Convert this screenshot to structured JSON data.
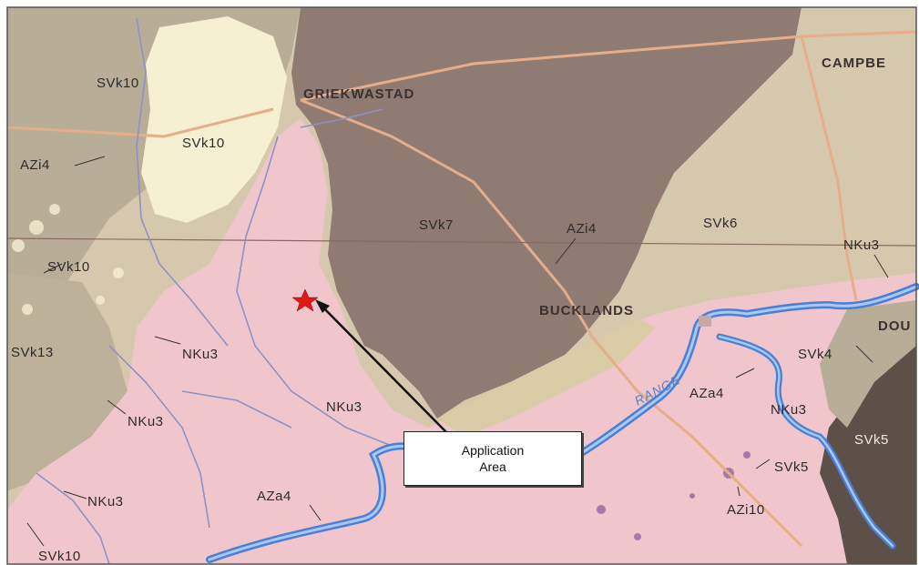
{
  "map": {
    "towns": {
      "griekwastad": "GRIEKWASTAD",
      "campbell": "CAMPBE",
      "bucklands": "BUCKLANDS",
      "douglas": "DOU"
    },
    "river_name": "RANGE",
    "callout": {
      "line1": "Application",
      "line2": "Area"
    },
    "marker_icon": "red-star-icon",
    "units": {
      "svk10_a": "SVk10",
      "svk10_b": "SVk10",
      "svk10_c": "SVk10",
      "svk10_d": "SVk10",
      "azi4_a": "AZi4",
      "azi4_b": "AZi4",
      "svk7": "SVk7",
      "svk6": "SVk6",
      "nku3_a": "NKu3",
      "nku3_b": "NKu3",
      "nku3_c": "NKu3",
      "nku3_d": "NKu3",
      "nku3_e": "NKu3",
      "nku3_f": "NKu3",
      "svk13": "SVk13",
      "svk4": "SVk4",
      "aza4_a": "AZa4",
      "aza4_b": "AZa4",
      "svk5_a": "SVk5",
      "svk5_b": "SVk5",
      "azi10": "AZi10"
    },
    "colors": {
      "pink": "#f0c6cc",
      "brown": "#8f7b72",
      "tan": "#d6c8ac",
      "cream": "#f5f0d2",
      "olive": "#b8ad96",
      "dark": "#5d5048",
      "water": "#4a7fd6",
      "road": "#e6ad8a",
      "marker": "#e01818"
    }
  }
}
